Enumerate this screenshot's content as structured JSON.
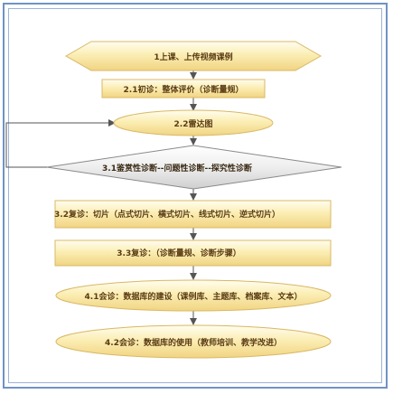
{
  "diagram": {
    "nodes": [
      {
        "id": "n1",
        "label": "1上课、上传视频课例",
        "shape": "hexagon"
      },
      {
        "id": "n2",
        "label": "2.1初诊：整体评价（诊断量规）",
        "shape": "rect"
      },
      {
        "id": "n3",
        "label": "2.2雷达图",
        "shape": "ellipse"
      },
      {
        "id": "n4",
        "label": "3.1鉴赏性诊断--问题性诊断--探究性诊断",
        "shape": "diamond"
      },
      {
        "id": "n5",
        "label": "3.2复诊：切片（点式切片、横式切片、线式切片、逆式切片）",
        "shape": "rect"
      },
      {
        "id": "n6",
        "label": "3.3复诊：（诊断量规、诊断步骤）",
        "shape": "rect"
      },
      {
        "id": "n7",
        "label": "4.1会诊：数据库的建设（课例库、主题库、档案库、文本）",
        "shape": "ellipse"
      },
      {
        "id": "n8",
        "label": "4.2会诊：数据库的使用（教师培训、教学改进）",
        "shape": "ellipse"
      }
    ],
    "colors": {
      "fill_light": "#fffbe0",
      "fill_dark": "#f3d98a",
      "stroke": "#d8b865",
      "text": "#5a3b14",
      "frame": "#6f93c4",
      "arrow": "#555555"
    }
  }
}
